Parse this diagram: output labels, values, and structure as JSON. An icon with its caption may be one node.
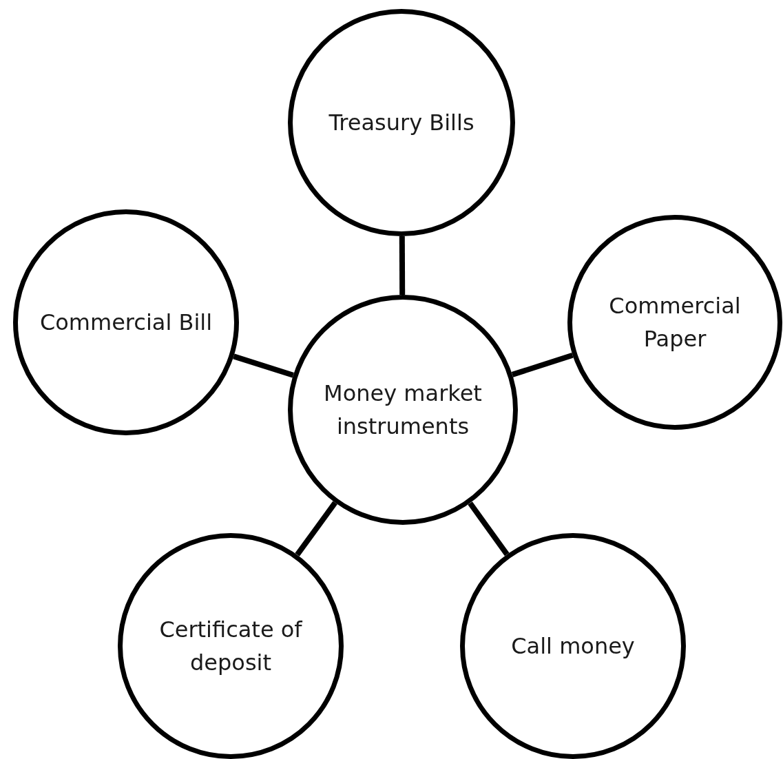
{
  "diagram": {
    "nodes": [
      {
        "text": [
          "Treasury Bills"
        ]
      },
      {
        "text": [
          "Commercial Bill"
        ]
      },
      {
        "text": [
          "Commercial Paper"
        ]
      },
      {
        "text": [
          "Money market instruments"
        ]
      },
      {
        "text": [
          "Certificate of deposit"
        ]
      },
      {
        "text": [
          "Call money"
        ]
      }
    ],
    "edges": [
      {
        "from": 3,
        "to": 0,
        "arrow": "none"
      },
      {
        "from": 3,
        "to": 1,
        "arrow": "none"
      },
      {
        "from": 3,
        "to": 2,
        "arrow": "none"
      },
      {
        "from": 3,
        "to": 4,
        "arrow": "none"
      },
      {
        "from": 3,
        "to": 5,
        "arrow": "none"
      }
    ]
  }
}
